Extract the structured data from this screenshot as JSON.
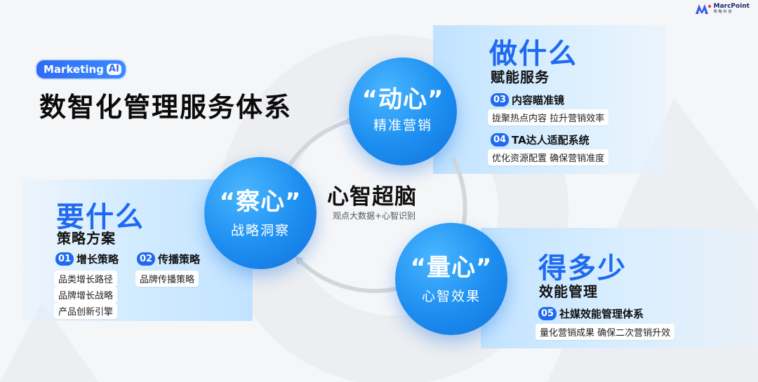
{
  "logo": {
    "name_en": "MarcPoint",
    "name_cn": "明略科技"
  },
  "badge": {
    "text": "Marketing",
    "ai": "AI"
  },
  "title": "数智化管理服务体系",
  "center": {
    "title": "心智超脑",
    "subtitle": "观点大数据+心智识别"
  },
  "circles": {
    "dongxin": {
      "title": "“动心”",
      "sub": "精准营销"
    },
    "chaxin": {
      "title": "“察心”",
      "sub": "战略洞察"
    },
    "liangxin": {
      "title": "“量心”",
      "sub": "心智效果"
    }
  },
  "panels": {
    "what_to_do": {
      "question": "做什么",
      "subtitle": "赋能服务",
      "items": [
        {
          "num": "03",
          "label": "内容瞄准镜",
          "chips": [
            "拢聚热点内容 拉升营销效率"
          ]
        },
        {
          "num": "04",
          "label": "TA达人适配系统",
          "chips": [
            "优化资源配置 确保营销准度"
          ]
        }
      ]
    },
    "what_needed": {
      "question": "要什么",
      "subtitle": "策略方案",
      "items": [
        {
          "num": "01",
          "label": "增长策略",
          "chips": [
            "品类增长路径",
            "品牌增长战略",
            "产品创新引擎"
          ]
        },
        {
          "num": "02",
          "label": "传播策略",
          "chips": [
            "品牌传播策略"
          ]
        }
      ]
    },
    "how_much": {
      "question": "得多少",
      "subtitle": "效能管理",
      "items": [
        {
          "num": "05",
          "label": "社媒效能管理体系",
          "chips": [
            "量化营销成果 确保二次营销升效"
          ]
        }
      ]
    }
  },
  "colors": {
    "accent": "#1f6af0",
    "circle": "#1c8df0",
    "panel": "#cfe9ff"
  }
}
